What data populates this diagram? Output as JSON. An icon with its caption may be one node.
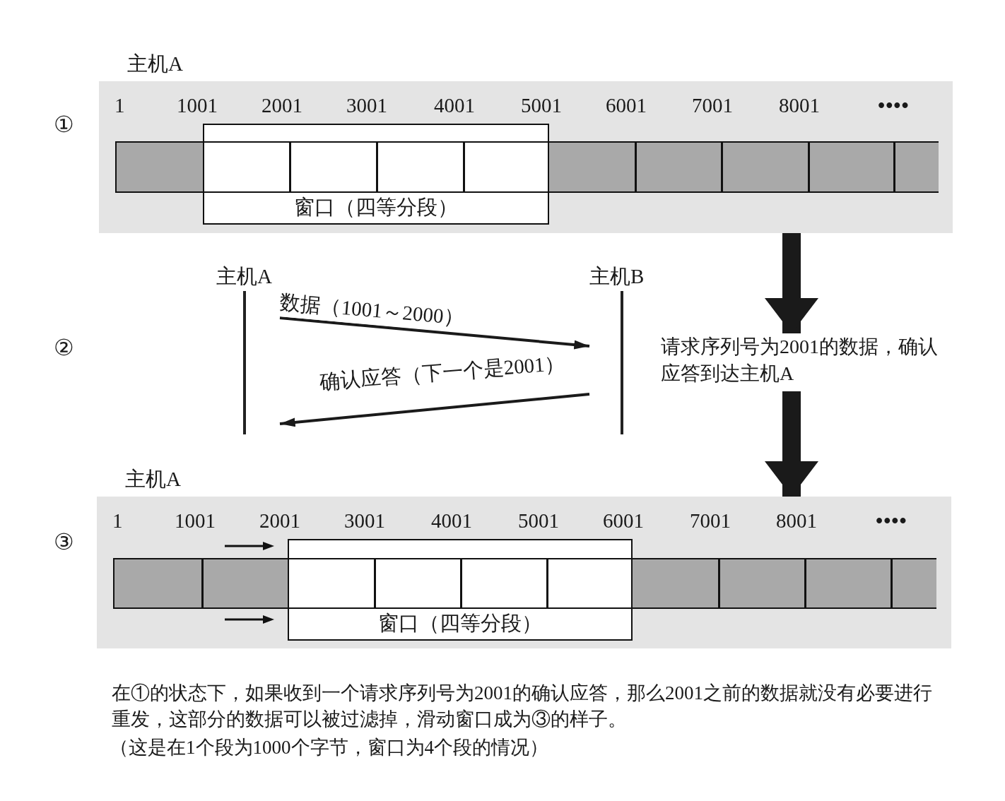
{
  "diagram": {
    "caption": "在①的状态下，如果收到一个请求序列号为2001的确认应答，那么2001之前的数据就没有必要进行重发，这部分的数据可以被过滤掉，滑动窗口成为③的样子。",
    "nodes": [
      {
        "text": [
          "主机A"
        ]
      },
      {
        "text": [],
        "shape": "bar",
        "in": 0
      },
      {
        "text": [
          "窗口（四等分段）"
        ],
        "in": 0
      },
      {
        "text": [],
        "shape": "bar",
        "in": 0
      },
      {
        "text": [
          "主机A"
        ]
      },
      {
        "text": [
          "主机B"
        ]
      },
      {
        "text": [
          "请求序列号为2001的数据，确认应答到达主机A"
        ]
      },
      {
        "text": [
          "主机A"
        ]
      },
      {
        "text": [],
        "shape": "bar",
        "in": 7
      },
      {
        "text": [
          "窗口（四等分段）"
        ],
        "in": 7
      },
      {
        "text": [],
        "shape": "bar",
        "in": 7
      }
    ],
    "edges": [
      {
        "from": 0,
        "to": 6,
        "arrow": "to",
        "style": "thick"
      },
      {
        "from": 4,
        "to": 5,
        "arrow": "to",
        "label": "数据（1001～2000）"
      },
      {
        "from": 5,
        "to": 4,
        "arrow": "to",
        "label": "确认应答（下一个是2001）"
      },
      {
        "from": 6,
        "to": 7,
        "arrow": "to",
        "style": "thick"
      }
    ],
    "labels": [
      "①",
      "1",
      "1001",
      "2001",
      "3001",
      "4001",
      "5001",
      "6001",
      "7001",
      "8001",
      "••••",
      "②",
      "③",
      "1",
      "1001",
      "2001",
      "3001",
      "4001",
      "5001",
      "6001",
      "7001",
      "8001",
      "••••",
      "（这是在1个段为1000个字节，窗口为4个段的情况）"
    ]
  }
}
